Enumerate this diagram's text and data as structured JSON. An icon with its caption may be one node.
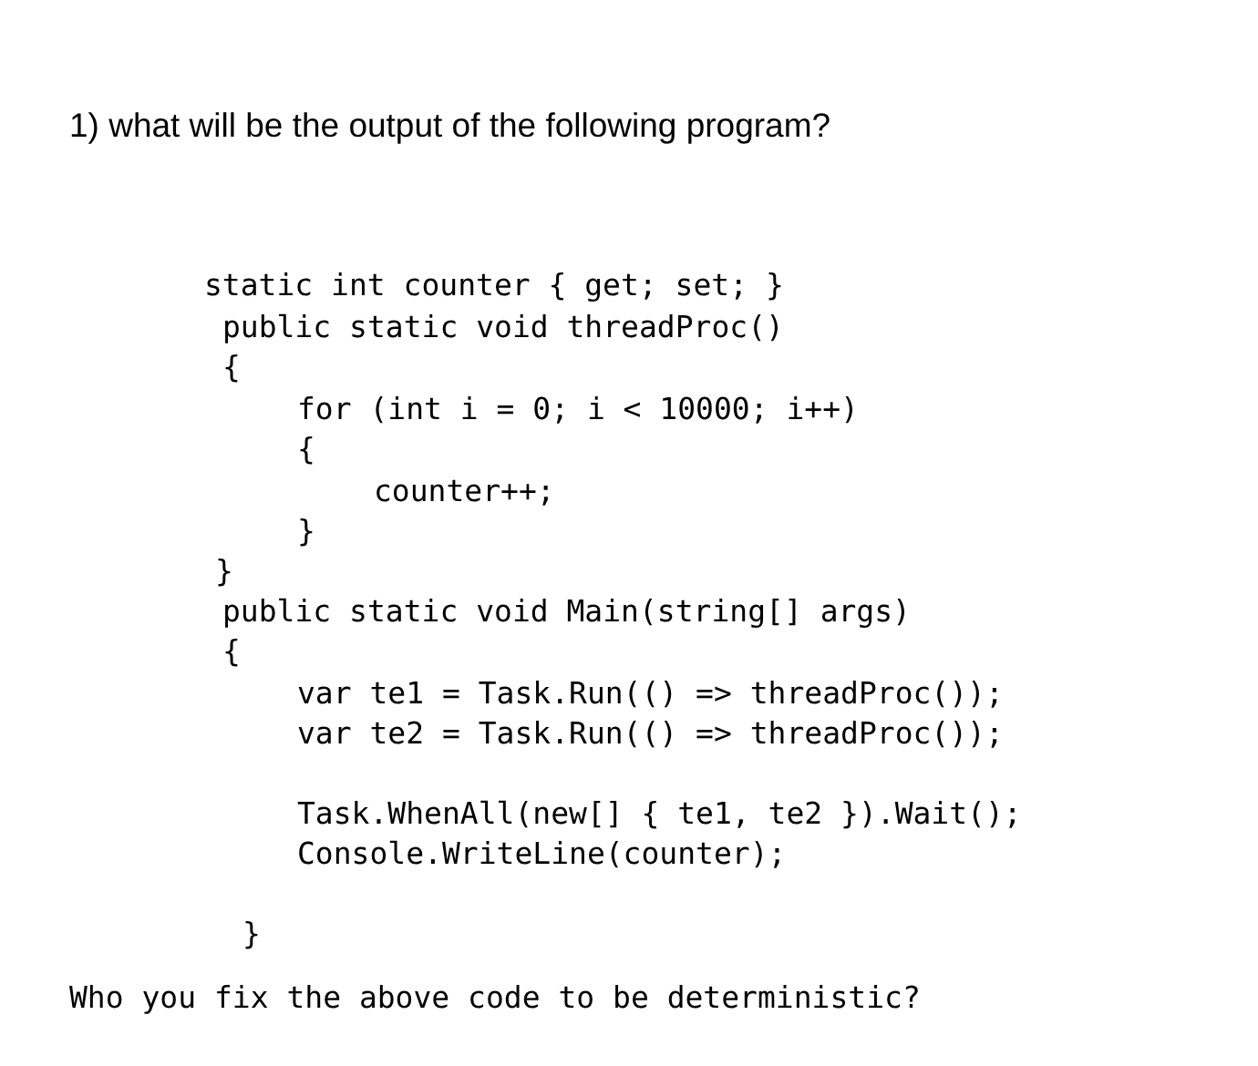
{
  "diagram": {
    "title": "1) what will be the output of the following program?",
    "labels": [
      "static int counter { get; set; }",
      "public static void threadProc()",
      "{",
      "for (int i = 0; i < 10000; i++)",
      "{",
      "counter++;",
      "}",
      "}",
      "public static void Main(string[] args)",
      "{",
      "var te1 = Task.Run(() => threadProc());",
      "var te2 = Task.Run(() => threadProc());",
      "Task.WhenAll(new[] { te1, te2 }).Wait();",
      "Console.WriteLine(counter);",
      "}",
      "Who you fix the above code to be deterministic?"
    ]
  }
}
